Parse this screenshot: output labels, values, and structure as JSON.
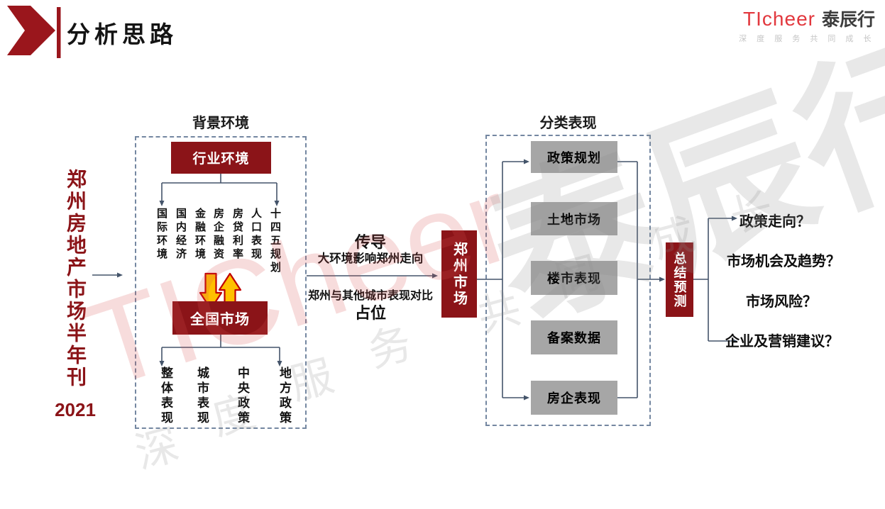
{
  "header": {
    "title": "分析思路"
  },
  "logo": {
    "brand_latin": "TIcheer",
    "brand_cn": "泰辰行",
    "slogan": "深 度 服 务 共 同 成 长"
  },
  "left_title": {
    "text": "郑州房地产市场半年刊",
    "year": "2021"
  },
  "background_section": {
    "header": "背景环境",
    "industry_box": "行业环境",
    "industry_items": [
      "国际环境",
      "国内经济",
      "金融环境",
      "房企融资",
      "房贷利率",
      "人口表现",
      "十四五规划"
    ],
    "national_box": "全国市场",
    "national_items": [
      "整体表现",
      "城市表现",
      "中央政策",
      "地方政策"
    ]
  },
  "transfer": {
    "title": "传导",
    "subtitle": "大环境影响郑州走向",
    "compare_line": "郑州与其他城市表现对比",
    "compare_bold": "占位",
    "target_box": "郑州市场"
  },
  "category_section": {
    "header": "分类表现",
    "items": [
      "政策规划",
      "土地市场",
      "楼市表现",
      "备案数据",
      "房企表现"
    ]
  },
  "summary": {
    "box": "总结预测",
    "questions": [
      "政策走向？",
      "市场机会及趋势？",
      "市场风险？",
      "企业及营销建议？"
    ]
  },
  "watermark": {
    "latin": "TICheer",
    "brand": "泰辰行",
    "slogan_chars": [
      "深",
      "度",
      "服",
      "务",
      "共",
      "同",
      "成",
      "长"
    ]
  },
  "colors": {
    "dark_red": "#8B1418",
    "accent_line": "#44546A",
    "gray_box": "#A6A6A6",
    "logo_red": "#E2383E",
    "arrow_yellow": "#FFC000",
    "arrow_outline": "#C00000"
  }
}
